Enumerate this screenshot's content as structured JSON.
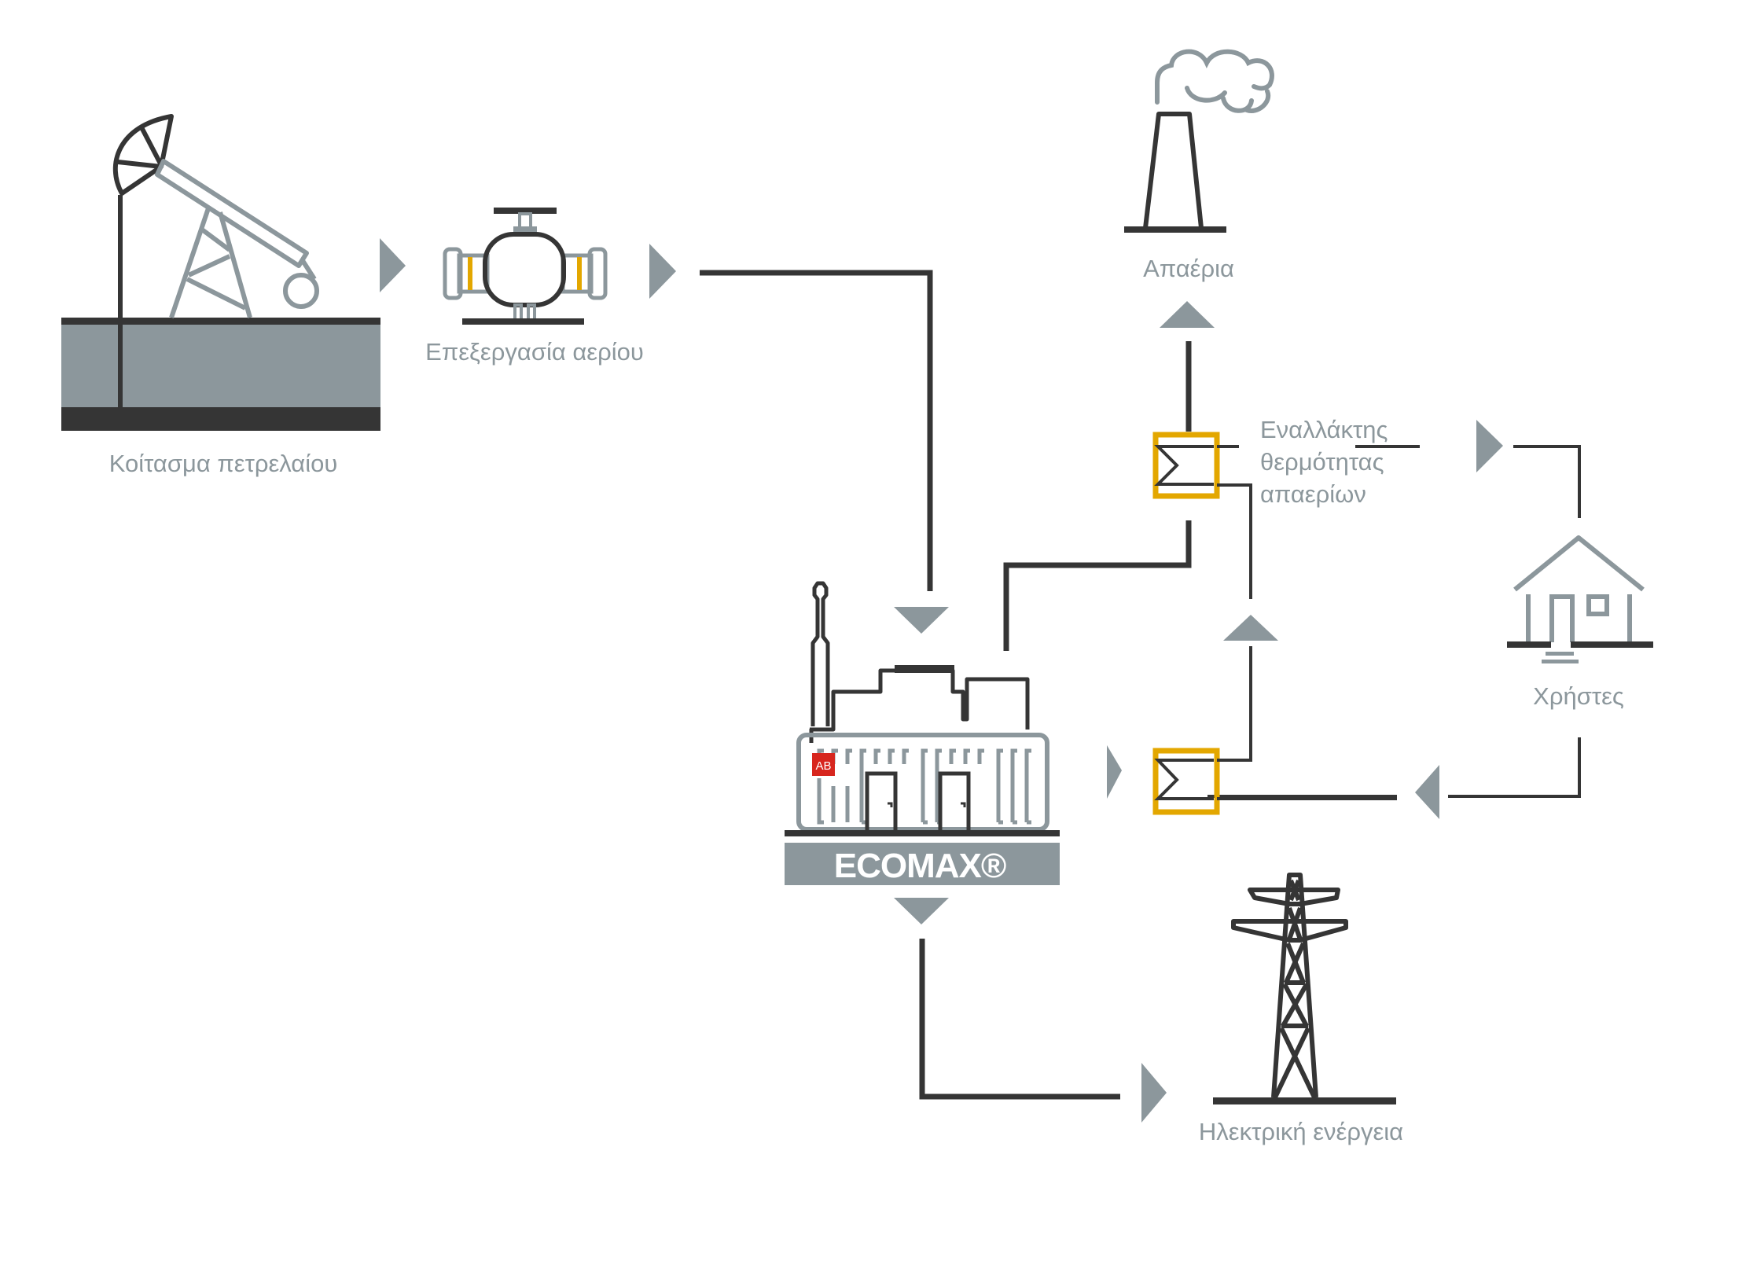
{
  "diagram": {
    "title": "ECOMAX oil field gas cogeneration flow",
    "nodes": {
      "oil_field": {
        "label": "Κοίτασμα πετρελαίου",
        "icon": "oil-pump-jack-icon"
      },
      "gas_processing": {
        "label": "Επεξεργασία αερίου",
        "icon": "gas-valve-icon"
      },
      "ecomax": {
        "label": "ECOMAX®",
        "icon": "cogeneration-container-icon",
        "logo_text": "AB"
      },
      "exhaust": {
        "label": "Απαέρια",
        "icon": "chimney-smoke-icon"
      },
      "exhaust_heat_exchanger": {
        "label_lines": [
          "Εναλλάκτης",
          "θερμότητας",
          "απαερίων"
        ],
        "icon": "heat-exchanger-icon"
      },
      "users": {
        "label": "Χρήστες",
        "icon": "house-icon"
      },
      "electricity": {
        "label": "Ηλεκτρική ενέργεια",
        "icon": "power-pylon-icon"
      }
    },
    "edges": [
      {
        "from": "oil_field",
        "to": "gas_processing"
      },
      {
        "from": "gas_processing",
        "to": "ecomax"
      },
      {
        "from": "ecomax",
        "to": "exhaust_heat_exchanger"
      },
      {
        "from": "exhaust_heat_exchanger",
        "to": "exhaust"
      },
      {
        "from": "exhaust_heat_exchanger",
        "to": "users"
      },
      {
        "from": "users",
        "to": "engine_heat_exchanger"
      },
      {
        "from": "engine_heat_exchanger",
        "to": "exhaust_heat_exchanger"
      },
      {
        "from": "ecomax",
        "to": "engine_heat_exchanger"
      },
      {
        "from": "ecomax",
        "to": "electricity"
      }
    ],
    "colors": {
      "line_dark": "#353535",
      "icon_gray": "#8c979c",
      "exchanger_yellow": "#e3a700",
      "logo_red": "#d7261e"
    }
  }
}
